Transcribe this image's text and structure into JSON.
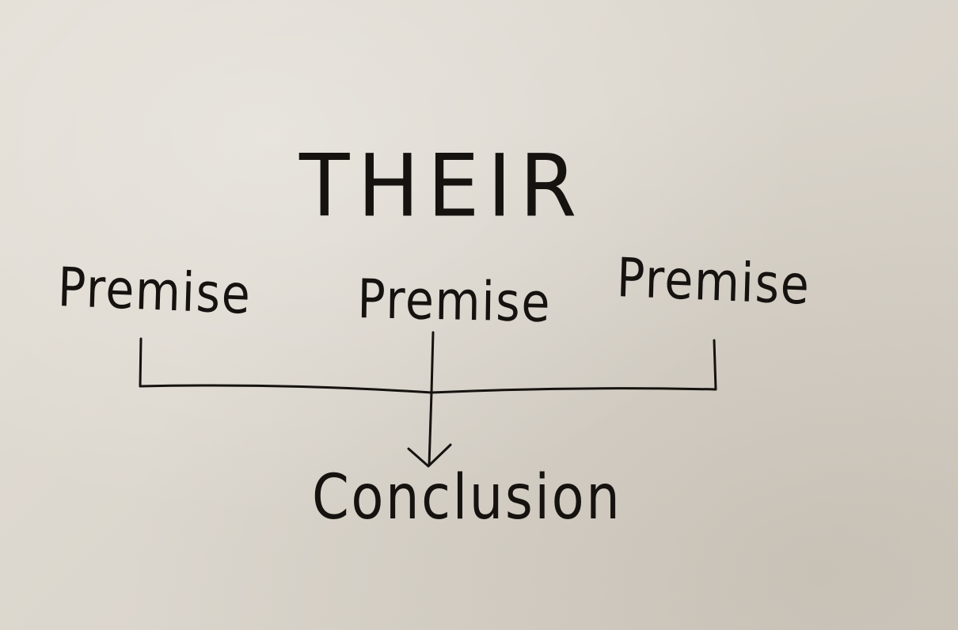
{
  "diagram": {
    "title": "THEIR",
    "premises": [
      "Premise",
      "Premise",
      "Premise"
    ],
    "conclusion": "Conclusion",
    "ink_color": "#15120f",
    "paper_color": "#dcd7ce"
  }
}
